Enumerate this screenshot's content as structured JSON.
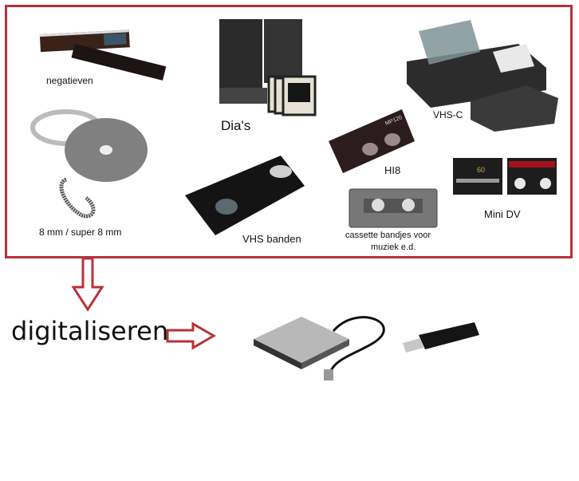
{
  "media_types": {
    "negatives": "negatieven",
    "slides": "Dia's",
    "vhs_c": "VHS-C",
    "film_8mm": "8 mm / super 8 mm",
    "hi8": "HI8",
    "vhs": "VHS banden",
    "mini_dv": "Mini DV",
    "cassette_line1": "cassette bandjes voor",
    "cassette_line2": "muziek e.d."
  },
  "process_label": "digitaliseren",
  "hi8_cassette_text": "MP120",
  "minidv_cassette_text": "60",
  "colors": {
    "frame": "#b8323a",
    "arrow": "#b8323a"
  }
}
